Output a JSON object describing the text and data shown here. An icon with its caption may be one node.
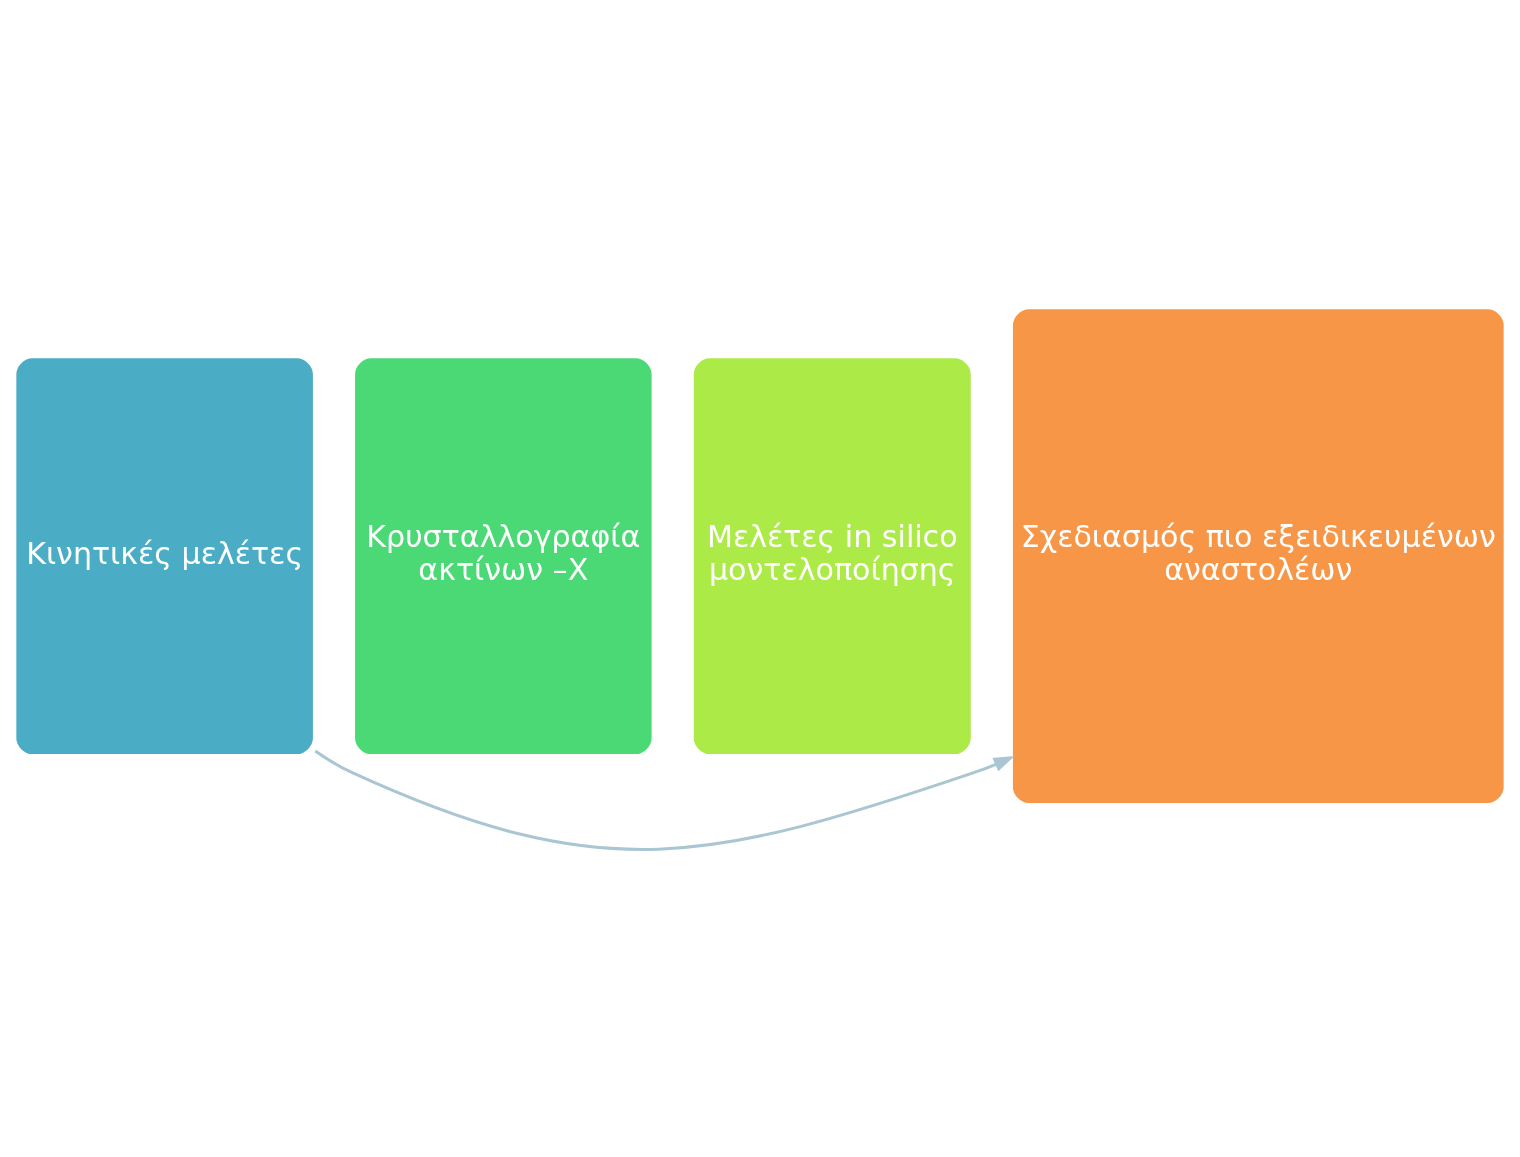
{
  "diagram": {
    "nodes": [
      {
        "text": [
          "Κινητικές μελέτες"
        ]
      },
      {
        "text": [
          "Κρυσταλλογραφία ακτίνων –X"
        ]
      },
      {
        "text": [
          "Μελέτες in silico μοντελοποίησης"
        ]
      },
      {
        "text": [
          "Σχεδιασμός πιο εξειδικευμένων αναστολέων"
        ]
      }
    ],
    "edges": [
      {
        "from": 0,
        "to": 3,
        "arrow": "to"
      }
    ]
  }
}
